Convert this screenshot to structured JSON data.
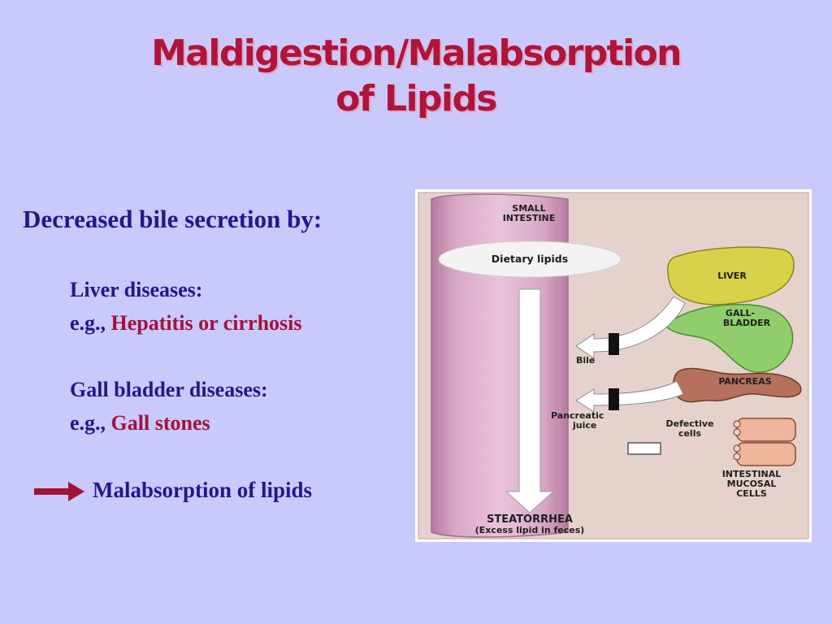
{
  "slide": {
    "title_line1": "Maldigestion/Malabsorption",
    "title_line2": "of Lipids",
    "heading": "Decreased bile secretion by:",
    "liver_diseases": "Liver diseases:",
    "liver_eg_label": "e.g.,",
    "liver_eg_value": "Hepatitis or cirrhosis",
    "gall_diseases": "Gall bladder diseases:",
    "gall_eg_label": "e.g.,",
    "gall_eg_value": "Gall stones",
    "conclusion": "Malabsorption of lipids",
    "arrow_color": "#a3123a"
  },
  "figure": {
    "small_intestine_1": "SMALL",
    "small_intestine_2": "INTESTINE",
    "dietary_lipids": "Dietary lipids",
    "liver": "LIVER",
    "gallbladder_1": "GALL-",
    "gallbladder_2": "BLADDER",
    "bile": "Bile",
    "pancreas": "PANCREAS",
    "pancreatic_1": "Pancreatic",
    "pancreatic_2": "juice",
    "defective_1": "Defective",
    "defective_2": "cells",
    "intestinal_1": "INTESTINAL",
    "intestinal_2": "MUCOSAL",
    "intestinal_3": "CELLS",
    "steatorrhea": "STEATORRHEA",
    "steatorrhea_sub": "(Excess lipid in feces)",
    "colors": {
      "background": "#e6d2cc",
      "intestine": "#d9a7c6",
      "liver": "#d8d24a",
      "gallbladder": "#8fce6a",
      "pancreas": "#b5715b",
      "mucosal": "#f0b59a"
    }
  }
}
